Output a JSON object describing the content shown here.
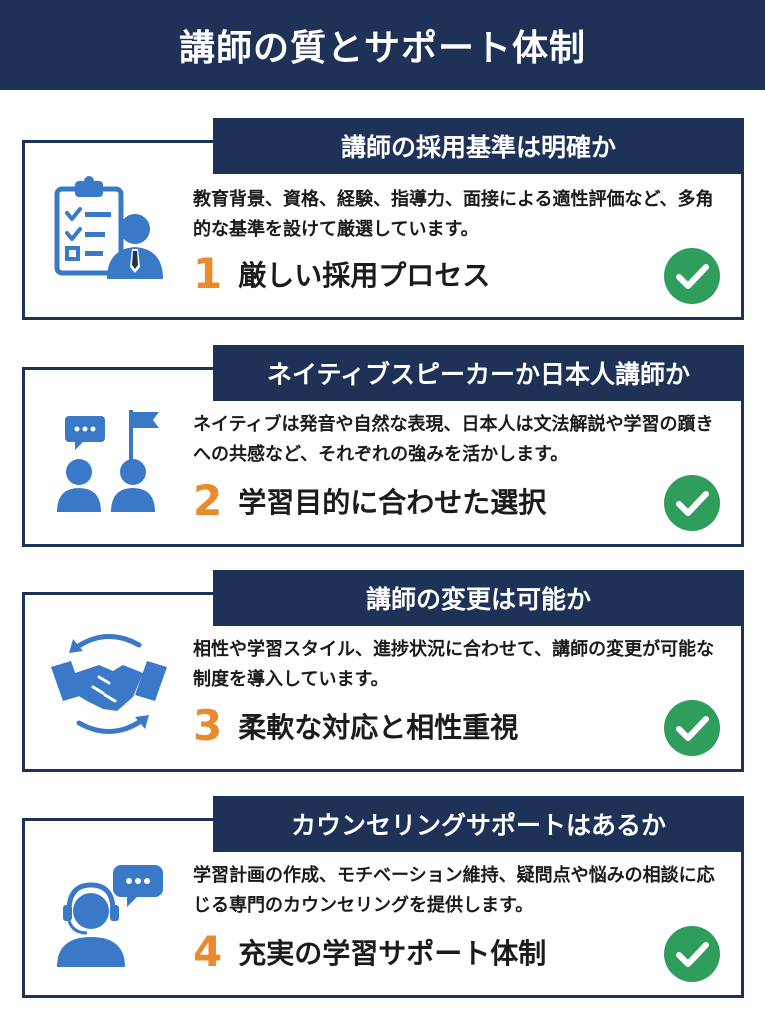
{
  "page": {
    "title": "講師の質とサポート体制",
    "colors": {
      "navy": "#1e3157",
      "blue": "#3a79c7",
      "orange": "#e98a2b",
      "green": "#2f9d5b"
    }
  },
  "cards": [
    {
      "tab": "講師の採用基準は明確か",
      "description": "教育背景、資格、経験、指導力、面接による適性評価など、多角的な基準を設けて厳選しています。",
      "number": "1",
      "heading": "厳しい採用プロセス",
      "icon": "clipboard-checklist-person-icon"
    },
    {
      "tab": "ネイティブスピーカーか日本人講師か",
      "description": "ネイティブは発音や自然な表現、日本人は文法解説や学習の躓きへの共感など、それぞれの強みを活かします。",
      "number": "2",
      "heading": "学習目的に合わせた選択",
      "icon": "two-people-speech-flag-icon"
    },
    {
      "tab": "講師の変更は可能か",
      "description": "相性や学習スタイル、進捗状況に合わせて、講師の変更が可能な制度を導入しています。",
      "number": "3",
      "heading": "柔軟な対応と相性重視",
      "icon": "handshake-arrows-icon"
    },
    {
      "tab": "カウンセリングサポートはあるか",
      "description": "学習計画の作成、モチベーション維持、疑問点や悩みの相談に応じる専門のカウンセリングを提供します。",
      "number": "4",
      "heading": "充実の学習サポート体制",
      "icon": "headset-counselor-chat-icon"
    }
  ]
}
